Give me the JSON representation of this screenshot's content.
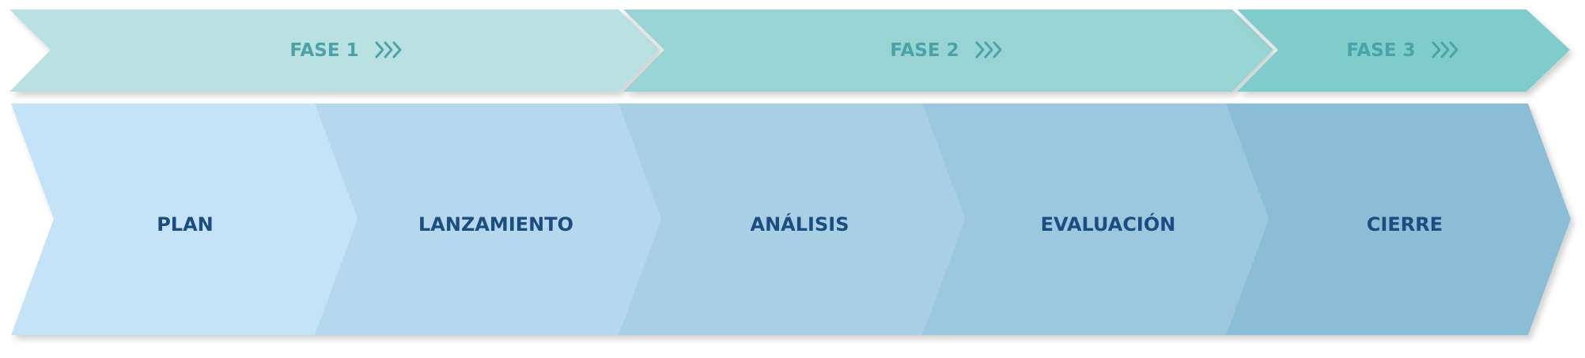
{
  "phases": [
    {
      "label": "FASE 1",
      "fill": "#bae1e2"
    },
    {
      "label": "FASE 2",
      "fill": "#98d4d4"
    },
    {
      "label": "FASE 3",
      "fill": "#7fcdca"
    }
  ],
  "steps": [
    {
      "label": "PLAN",
      "fill": "#c5e3f7"
    },
    {
      "label": "LANZAMIENTO",
      "fill": "#b5d8ee"
    },
    {
      "label": "ANÁLISIS",
      "fill": "#a8cfe4"
    },
    {
      "label": "EVALUACIÓN",
      "fill": "#9bc7df"
    },
    {
      "label": "CIERRE",
      "fill": "#8bbdd6"
    }
  ],
  "colors": {
    "phase_text": "#4aa3a6",
    "step_text": "#1c4d80"
  },
  "icons": {
    "phase_marker": "triple-chevron-right-icon"
  }
}
